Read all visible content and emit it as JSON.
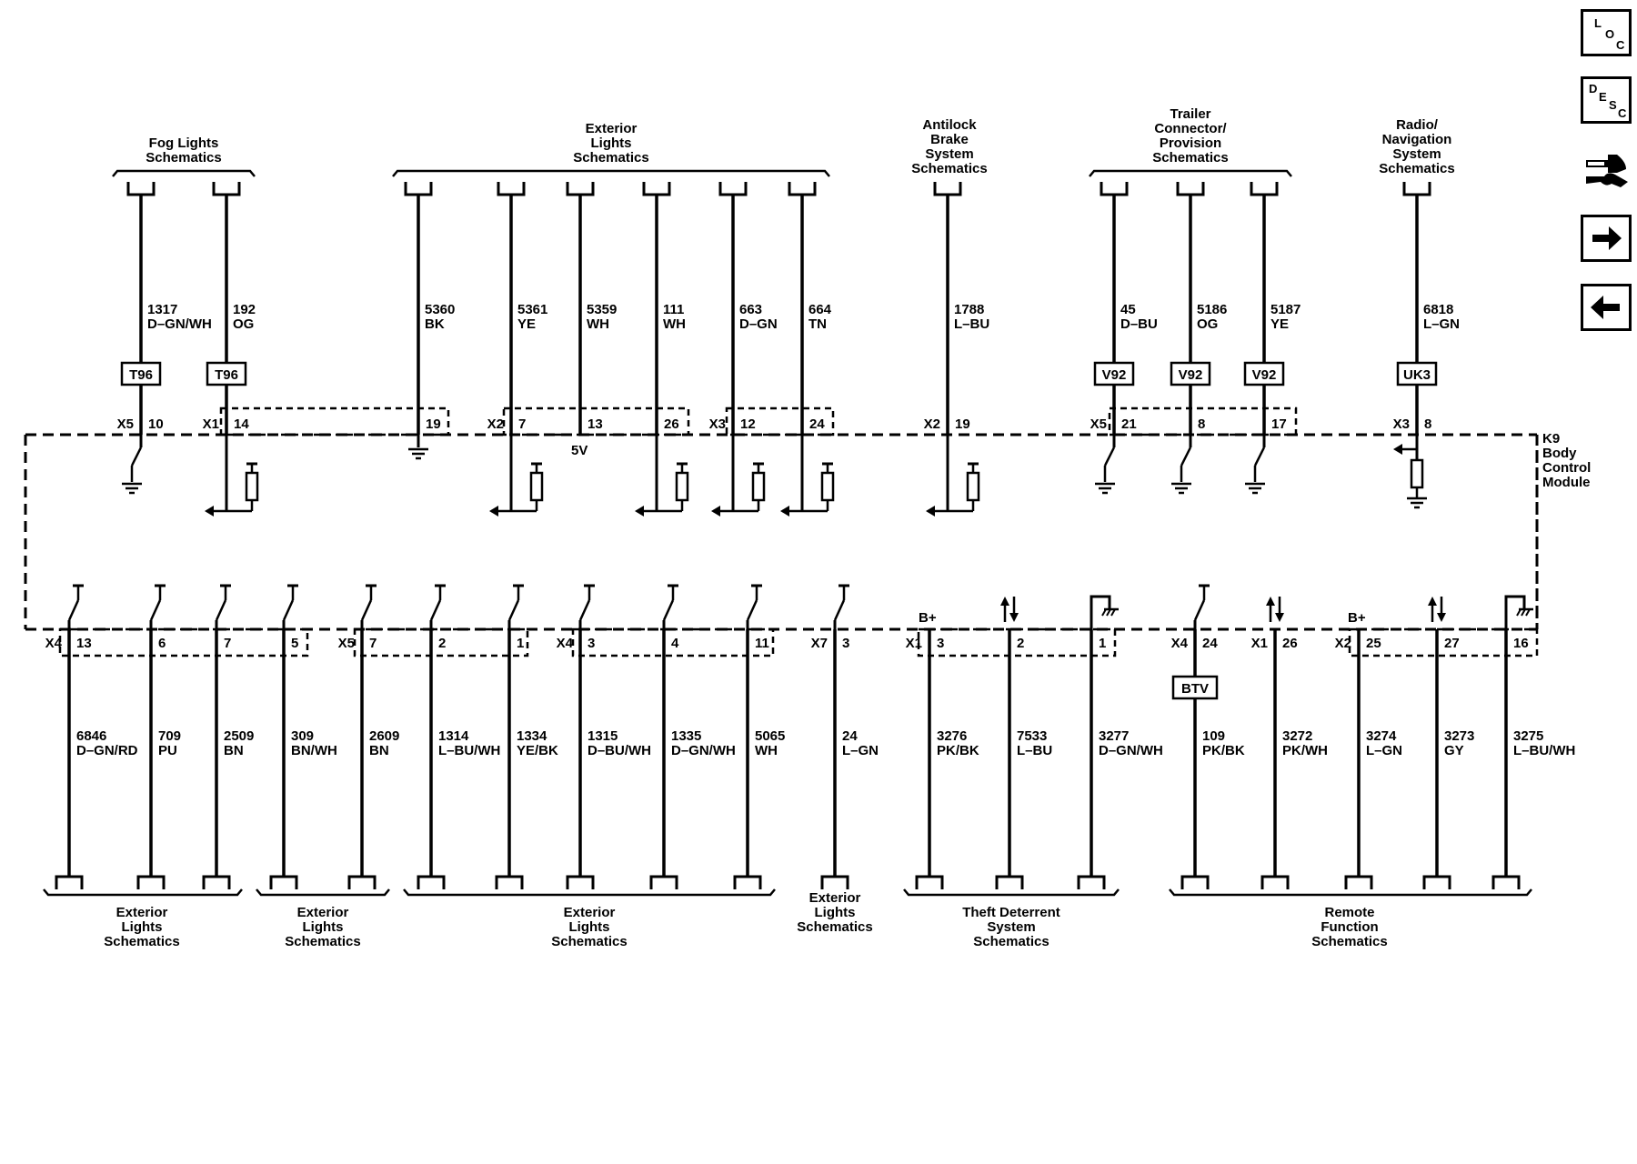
{
  "module": {
    "label_lines": [
      "K9",
      "Body",
      "Control",
      "Module"
    ]
  },
  "nav": {
    "loc": [
      "L",
      "O",
      "C"
    ],
    "desc": [
      "D",
      "E",
      "S",
      "C"
    ]
  },
  "top_groups": [
    {
      "id": "fog",
      "lines": [
        "Fog Lights",
        "Schematics"
      ]
    },
    {
      "id": "ext",
      "lines": [
        "Exterior",
        "Lights",
        "Schematics"
      ]
    },
    {
      "id": "abs",
      "lines": [
        "Antilock",
        "Brake",
        "System",
        "Schematics"
      ]
    },
    {
      "id": "trailer",
      "lines": [
        "Trailer",
        "Connector/",
        "Provision",
        "Schematics"
      ]
    },
    {
      "id": "radio",
      "lines": [
        "Radio/",
        "Navigation",
        "System",
        "Schematics"
      ]
    }
  ],
  "top_wires": [
    {
      "circuit": "1317",
      "color": "D–GN/WH",
      "inline": "T96",
      "conn": "X5",
      "pin": "10",
      "term": "gnd"
    },
    {
      "circuit": "192",
      "color": "OG",
      "inline": "T96",
      "conn": "X1",
      "pin": "14",
      "term": "pull"
    },
    {
      "circuit": "5360",
      "color": "BK",
      "inline": "",
      "conn": "",
      "pin": "19",
      "term": "chassis"
    },
    {
      "circuit": "5361",
      "color": "YE",
      "inline": "",
      "conn": "X2",
      "pin": "7",
      "term": "pull"
    },
    {
      "circuit": "5359",
      "color": "WH",
      "inline": "",
      "conn": "",
      "pin": "13",
      "term": "5v"
    },
    {
      "circuit": "111",
      "color": "WH",
      "inline": "",
      "conn": "",
      "pin": "26",
      "term": "pull"
    },
    {
      "circuit": "663",
      "color": "D–GN",
      "inline": "",
      "conn": "X3",
      "pin": "12",
      "term": "pull"
    },
    {
      "circuit": "664",
      "color": "TN",
      "inline": "",
      "conn": "",
      "pin": "24",
      "term": "pull"
    },
    {
      "circuit": "1788",
      "color": "L–BU",
      "inline": "",
      "conn": "X2",
      "pin": "19",
      "term": "pull"
    },
    {
      "circuit": "45",
      "color": "D–BU",
      "inline": "V92",
      "conn": "X5",
      "pin": "21",
      "term": "gnd"
    },
    {
      "circuit": "5186",
      "color": "OG",
      "inline": "V92",
      "conn": "",
      "pin": "8",
      "term": "gnd"
    },
    {
      "circuit": "5187",
      "color": "YE",
      "inline": "V92",
      "conn": "",
      "pin": "17",
      "term": "gnd"
    },
    {
      "circuit": "6818",
      "color": "L–GN",
      "inline": "UK3",
      "conn": "X3",
      "pin": "8",
      "term": "pulldown"
    }
  ],
  "five_v_label": "5V",
  "bottom_wires": [
    {
      "circuit": "6846",
      "color": "D–GN/RD",
      "conn": "X4",
      "pin": "13",
      "term": "switch",
      "inline": ""
    },
    {
      "circuit": "709",
      "color": "PU",
      "conn": "",
      "pin": "6",
      "term": "switch",
      "inline": ""
    },
    {
      "circuit": "2509",
      "color": "BN",
      "conn": "",
      "pin": "7",
      "term": "switch",
      "inline": ""
    },
    {
      "circuit": "309",
      "color": "BN/WH",
      "conn": "",
      "pin": "5",
      "term": "switch",
      "inline": ""
    },
    {
      "circuit": "2609",
      "color": "BN",
      "conn": "X5",
      "pin": "7",
      "term": "switch",
      "inline": ""
    },
    {
      "circuit": "1314",
      "color": "L–BU/WH",
      "conn": "",
      "pin": "2",
      "term": "switch",
      "inline": ""
    },
    {
      "circuit": "1334",
      "color": "YE/BK",
      "conn": "",
      "pin": "1",
      "term": "switch",
      "inline": ""
    },
    {
      "circuit": "1315",
      "color": "D–BU/WH",
      "conn": "X4",
      "pin": "3",
      "term": "switch",
      "inline": ""
    },
    {
      "circuit": "1335",
      "color": "D–GN/WH",
      "conn": "",
      "pin": "4",
      "term": "switch",
      "inline": ""
    },
    {
      "circuit": "5065",
      "color": "WH",
      "conn": "",
      "pin": "11",
      "term": "switch",
      "inline": ""
    },
    {
      "circuit": "24",
      "color": "L–GN",
      "conn": "X7",
      "pin": "3",
      "term": "switch",
      "inline": ""
    },
    {
      "circuit": "3276",
      "color": "PK/BK",
      "conn": "X1",
      "pin": "3",
      "term": "bplus",
      "inline": ""
    },
    {
      "circuit": "7533",
      "color": "L–BU",
      "conn": "",
      "pin": "2",
      "term": "updown",
      "inline": ""
    },
    {
      "circuit": "3277",
      "color": "D–GN/WH",
      "conn": "",
      "pin": "1",
      "term": "lowref",
      "inline": ""
    },
    {
      "circuit": "109",
      "color": "PK/BK",
      "conn": "X4",
      "pin": "24",
      "term": "switch",
      "inline": "BTV"
    },
    {
      "circuit": "3272",
      "color": "PK/WH",
      "conn": "X1",
      "pin": "26",
      "term": "updown",
      "inline": ""
    },
    {
      "circuit": "3274",
      "color": "L–GN",
      "conn": "X2",
      "pin": "25",
      "term": "bplus",
      "inline": ""
    },
    {
      "circuit": "3273",
      "color": "GY",
      "conn": "",
      "pin": "27",
      "term": "updown",
      "inline": ""
    },
    {
      "circuit": "3275",
      "color": "L–BU/WH",
      "conn": "",
      "pin": "16",
      "term": "lowref",
      "inline": ""
    }
  ],
  "bplus_label": "B+",
  "bottom_groups": [
    {
      "id": "ext1",
      "lines": [
        "Exterior",
        "Lights",
        "Schematics"
      ]
    },
    {
      "id": "ext2",
      "lines": [
        "Exterior",
        "Lights",
        "Schematics"
      ]
    },
    {
      "id": "ext3",
      "lines": [
        "Exterior",
        "Lights",
        "Schematics"
      ]
    },
    {
      "id": "ext4",
      "lines": [
        "Exterior",
        "Lights",
        "Schematics"
      ]
    },
    {
      "id": "theft",
      "lines": [
        "Theft Deterrent",
        "System",
        "Schematics"
      ]
    },
    {
      "id": "remote",
      "lines": [
        "Remote",
        "Function",
        "Schematics"
      ]
    }
  ]
}
